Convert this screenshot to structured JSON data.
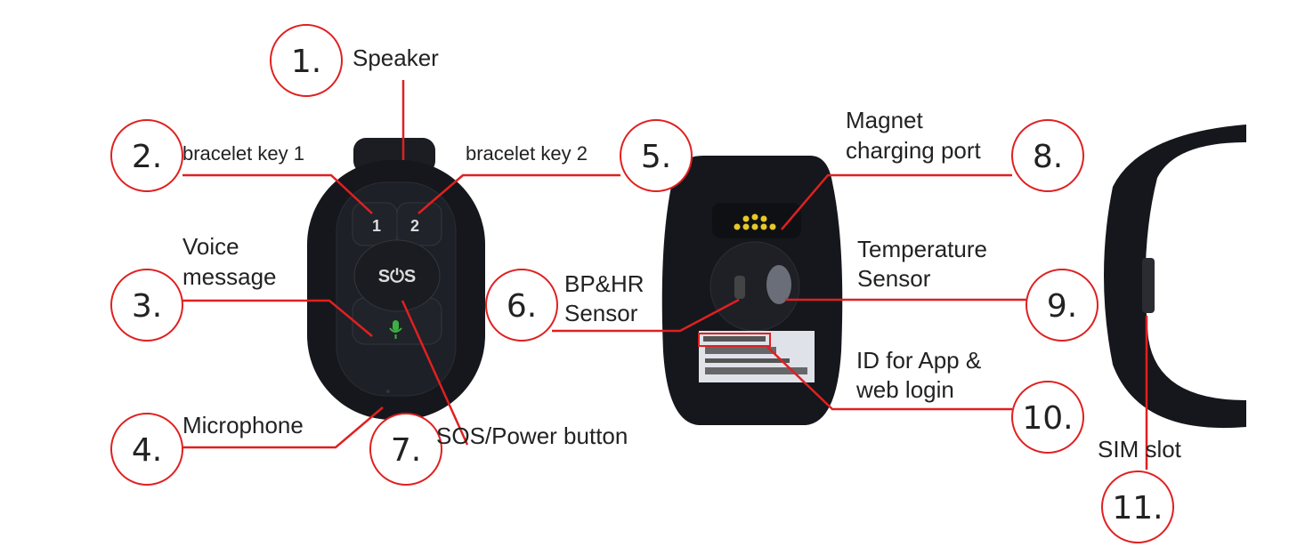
{
  "colors": {
    "accent": "#e02020",
    "device": "#15171c",
    "mic": "#3cb043"
  },
  "device_front": {
    "key1": "1",
    "key2": "2",
    "sos": "S⏻S"
  },
  "callouts": [
    {
      "number": "1.",
      "label": [
        "Speaker"
      ]
    },
    {
      "number": "2.",
      "label": [
        "bracelet key 1"
      ]
    },
    {
      "number": "3.",
      "label": [
        "Voice",
        "message"
      ]
    },
    {
      "number": "4.",
      "label": [
        "Microphone"
      ]
    },
    {
      "number": "5.",
      "label": [
        "bracelet key 2"
      ]
    },
    {
      "number": "6.",
      "label": [
        "BP&HR",
        "Sensor"
      ]
    },
    {
      "number": "7.",
      "label": [
        "SOS/Power button"
      ]
    },
    {
      "number": "8.",
      "label": [
        "Magnet",
        "charging port"
      ]
    },
    {
      "number": "9.",
      "label": [
        "Temperature",
        "Sensor"
      ]
    },
    {
      "number": "10.",
      "label": [
        "ID for App &",
        "web login"
      ]
    },
    {
      "number": "11.",
      "label": [
        "SIM slot"
      ]
    }
  ]
}
